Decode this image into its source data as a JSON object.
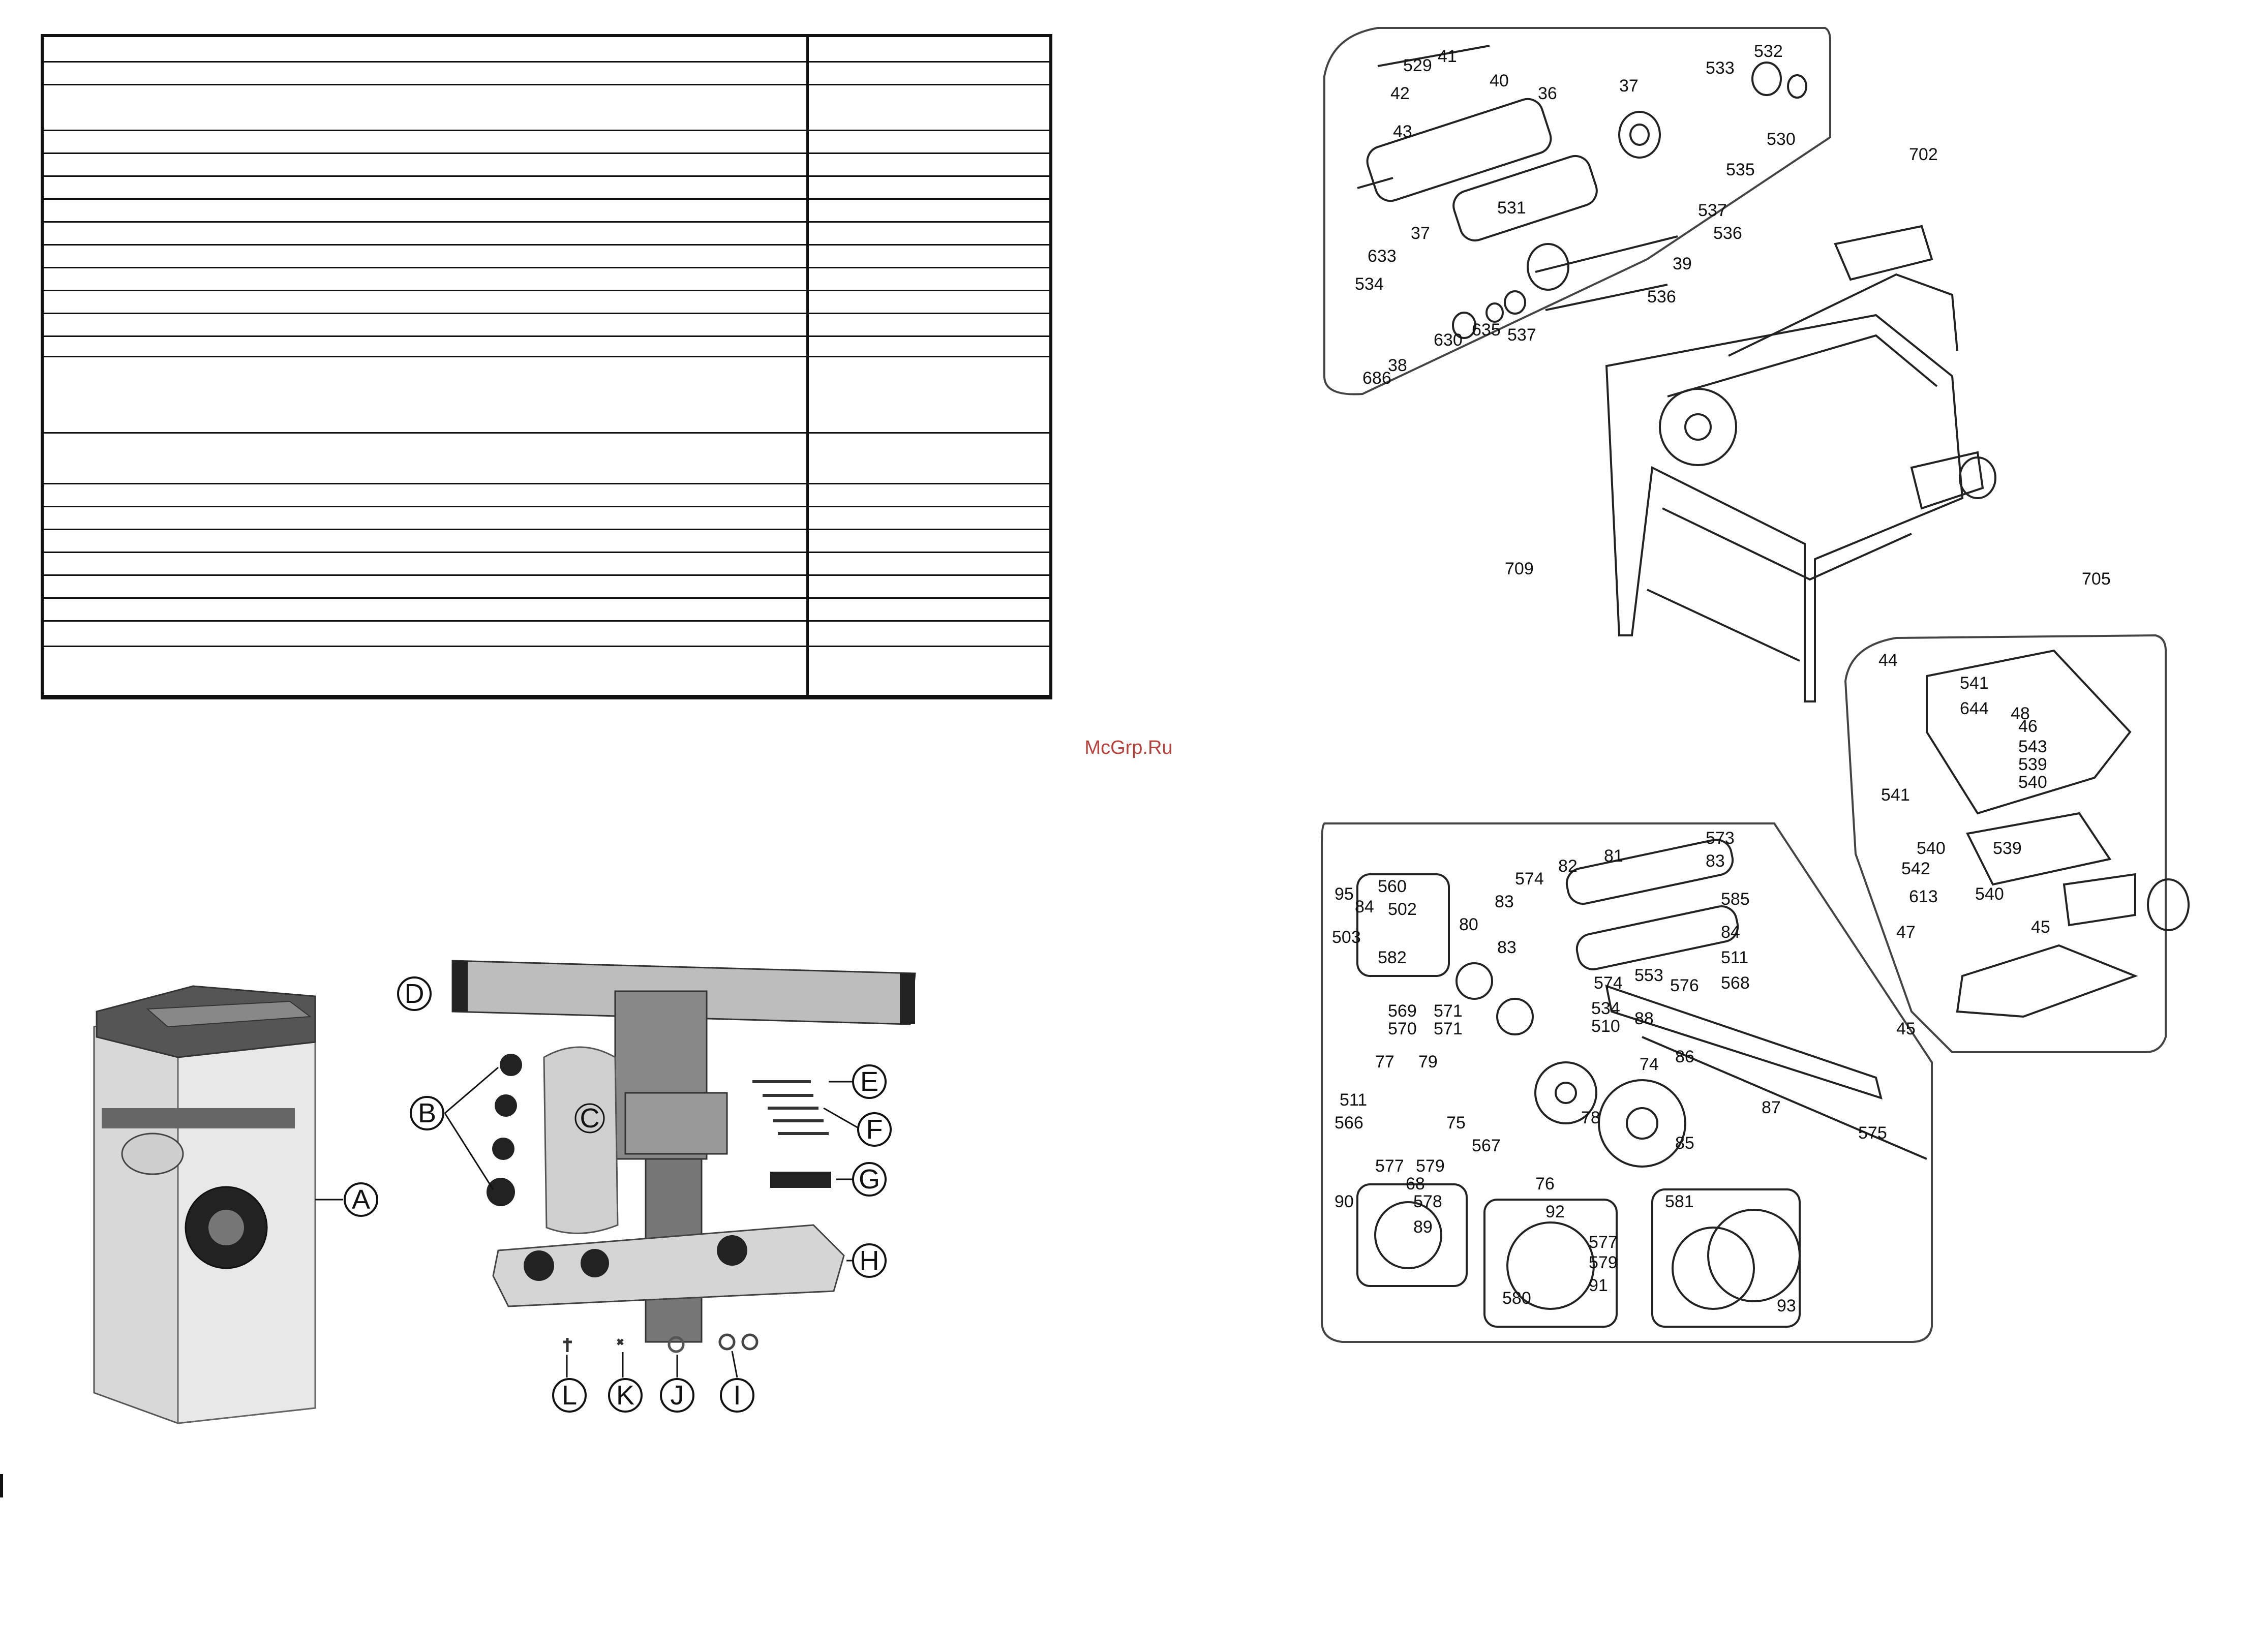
{
  "watermark": "McGrp.Ru",
  "parts_table": {
    "row_count": 23,
    "rows": []
  },
  "accessories": {
    "labels": [
      "A",
      "B",
      "C",
      "D",
      "E",
      "F",
      "G",
      "H",
      "I",
      "J",
      "K",
      "L"
    ]
  },
  "exploded_view": {
    "callouts": [
      "41",
      "529",
      "42",
      "40",
      "36",
      "37",
      "533",
      "532",
      "43",
      "530",
      "535",
      "702",
      "531",
      "537",
      "536",
      "39",
      "37",
      "633",
      "534",
      "630",
      "635",
      "536",
      "537",
      "38",
      "686",
      "709",
      "705",
      "44",
      "541",
      "644",
      "48",
      "46",
      "543",
      "539",
      "540",
      "541",
      "539",
      "540",
      "542",
      "613",
      "540",
      "45",
      "47",
      "45",
      "95",
      "560",
      "84",
      "502",
      "503",
      "582",
      "80",
      "83",
      "574",
      "82",
      "81",
      "573",
      "83",
      "585",
      "84",
      "511",
      "568",
      "83",
      "574",
      "534",
      "510",
      "553",
      "576",
      "569",
      "571",
      "570",
      "571",
      "88",
      "74",
      "86",
      "77",
      "79",
      "87",
      "78",
      "511",
      "75",
      "566",
      "567",
      "85",
      "575",
      "577",
      "579",
      "68",
      "578",
      "90",
      "89",
      "92",
      "76",
      "577",
      "579",
      "581",
      "580",
      "91",
      "93"
    ]
  }
}
